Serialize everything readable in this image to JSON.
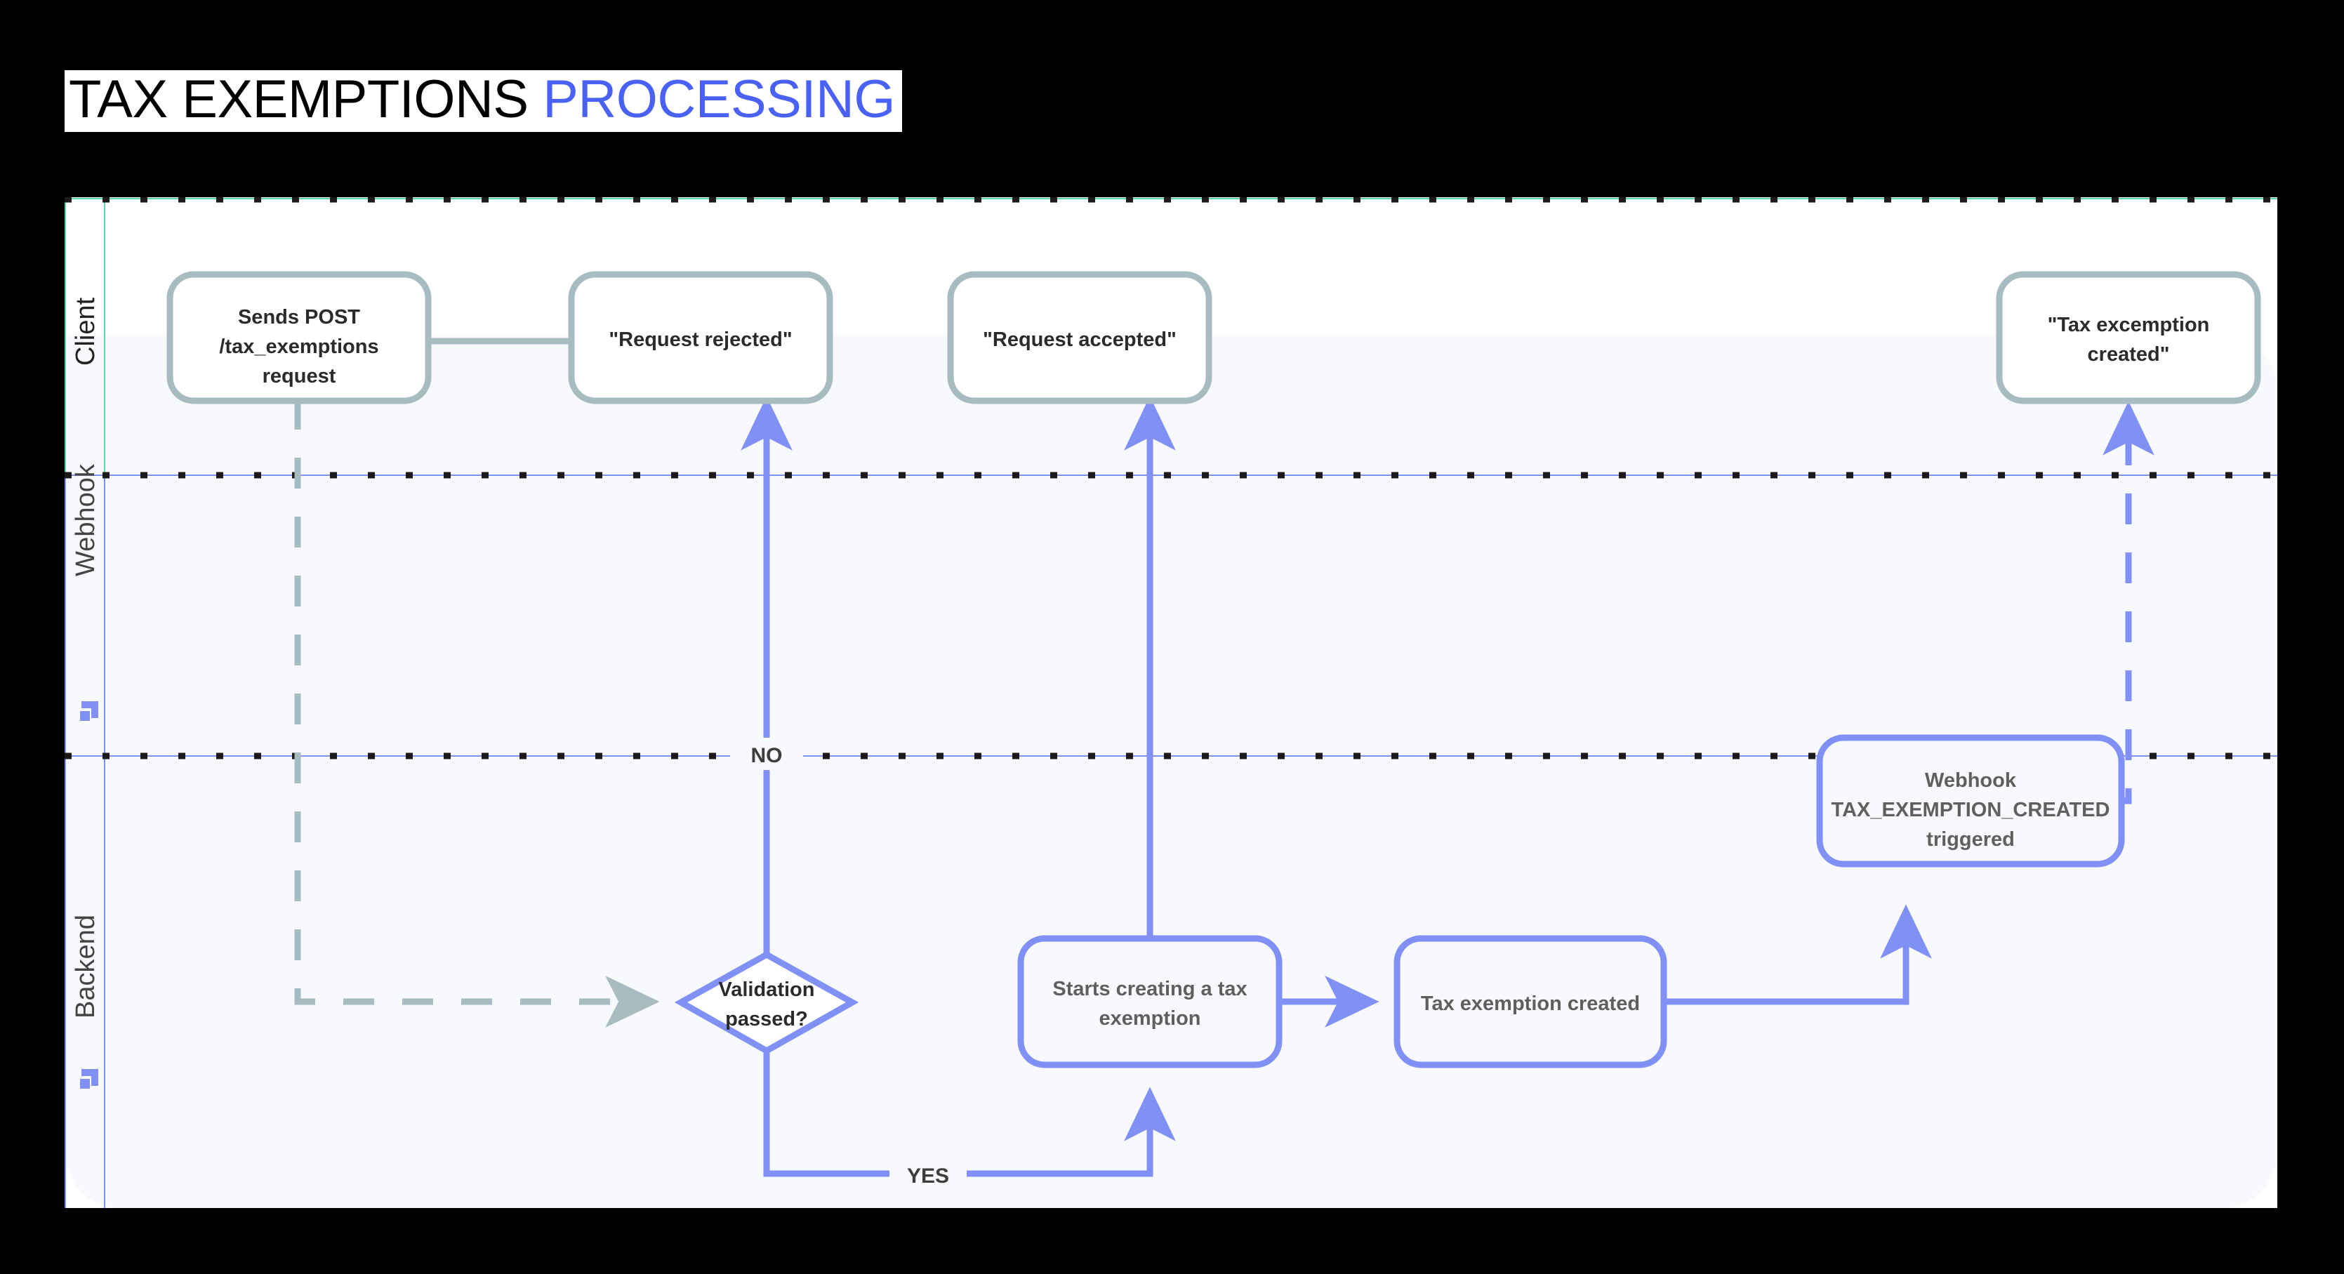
{
  "title": {
    "part1": "TAX EXEMPTIONS ",
    "part2": "PROCESSING",
    "accent_color": "#4a61f5"
  },
  "colors": {
    "client_stroke": "#a7bcc0",
    "backend_stroke": "#8090f5",
    "webhook_stroke": "#8090f5",
    "lane_divider": "#2b2b2b",
    "lane_bg_client": "#ffffff",
    "lane_bg_webhook": "#f7f9fc",
    "lane_bg_backend": "#f7f9fc",
    "node_text_dark": "#2b2b2b",
    "node_text_grey": "#5f5f5f",
    "client_lane_border": "#57d7a8"
  },
  "lanes": [
    {
      "id": "client",
      "label": "Client",
      "icon": "none"
    },
    {
      "id": "webhook",
      "label": "Webhook",
      "icon": "square-logo-icon"
    },
    {
      "id": "backend",
      "label": "Backend",
      "icon": "square-logo-icon"
    }
  ],
  "nodes": [
    {
      "id": "sends-post",
      "lane": "client",
      "shape": "rounded-rect",
      "style": "client",
      "lines": [
        "Sends POST",
        "/tax_exemptions",
        "request"
      ]
    },
    {
      "id": "request-rejected",
      "lane": "client",
      "shape": "rounded-rect",
      "style": "client",
      "lines": [
        "\"Request rejected\""
      ]
    },
    {
      "id": "request-accepted",
      "lane": "client",
      "shape": "rounded-rect",
      "style": "client",
      "lines": [
        "\"Request accepted\""
      ]
    },
    {
      "id": "tax-excemption-created-client",
      "lane": "client",
      "shape": "rounded-rect",
      "style": "client",
      "lines": [
        "\"Tax excemption",
        "created\""
      ]
    },
    {
      "id": "webhook-triggered",
      "lane": "webhook",
      "shape": "rounded-rect",
      "style": "backend",
      "lines": [
        "Webhook",
        "TAX_EXEMPTION_CREATED",
        "triggered"
      ]
    },
    {
      "id": "validation-passed",
      "lane": "backend",
      "shape": "diamond",
      "style": "backend",
      "lines": [
        "Validation",
        "passed?"
      ]
    },
    {
      "id": "starts-creating",
      "lane": "backend",
      "shape": "rounded-rect",
      "style": "backend",
      "lines": [
        "Starts creating a tax",
        "exemption"
      ]
    },
    {
      "id": "tax-exemption-created",
      "lane": "backend",
      "shape": "rounded-rect",
      "style": "backend",
      "lines": [
        "Tax exemption created"
      ]
    }
  ],
  "edges": [
    {
      "id": "e-post-to-validation",
      "from": "sends-post",
      "to": "validation-passed",
      "style": "dashed",
      "color": "#a7bcc0",
      "label": ""
    },
    {
      "id": "e-validation-no",
      "from": "validation-passed",
      "to": "request-rejected",
      "style": "solid",
      "color": "#8090f5",
      "label": "NO"
    },
    {
      "id": "e-validation-yes",
      "from": "validation-passed",
      "to": "starts-creating",
      "style": "solid",
      "color": "#8090f5",
      "label": "YES"
    },
    {
      "id": "e-starts-to-accepted",
      "from": "starts-creating",
      "to": "request-accepted",
      "style": "solid",
      "color": "#8090f5",
      "label": ""
    },
    {
      "id": "e-starts-to-created",
      "from": "starts-creating",
      "to": "tax-exemption-created",
      "style": "solid",
      "color": "#8090f5",
      "label": ""
    },
    {
      "id": "e-created-to-webhook",
      "from": "tax-exemption-created",
      "to": "webhook-triggered",
      "style": "solid",
      "color": "#8090f5",
      "label": ""
    },
    {
      "id": "e-webhook-to-client",
      "from": "webhook-triggered",
      "to": "tax-excemption-created-client",
      "style": "dashed",
      "color": "#8090f5",
      "label": ""
    },
    {
      "id": "e-rejected-to-post",
      "from": "request-rejected",
      "to": "sends-post",
      "style": "solid",
      "color": "#a7bcc0",
      "label": ""
    }
  ],
  "edge_labels": {
    "no": "NO",
    "yes": "YES"
  }
}
